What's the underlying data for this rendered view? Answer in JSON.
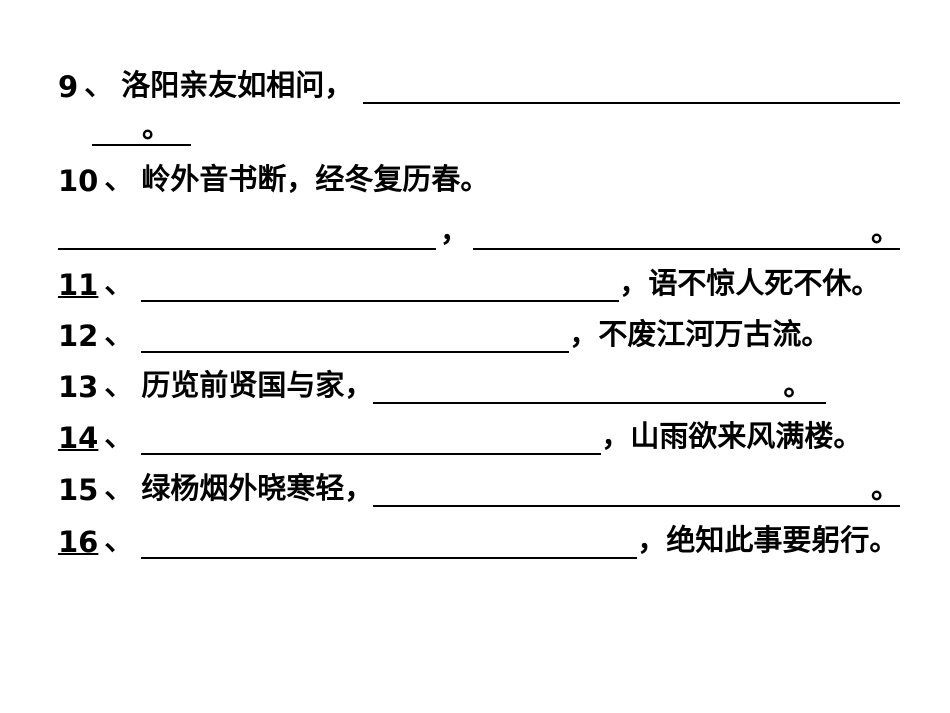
{
  "items": [
    {
      "num": "9",
      "sep": "、",
      "text1": "洛阳亲友如相问，",
      "tail": "。"
    },
    {
      "num": "10",
      "sep": "、",
      "text1": "岭外音书断，经冬复历春。",
      "mid": "，",
      "tail": "。"
    },
    {
      "num": "11",
      "sep": "、",
      "text2": "，语不惊人死不休。"
    },
    {
      "num": "12",
      "sep": "、",
      "text2": "，不废江河万古流。"
    },
    {
      "num": "13",
      "sep": "、",
      "text1": "历览前贤国与家，",
      "tail": "。"
    },
    {
      "num": "14",
      "sep": "、",
      "text2": "，山雨欲来风满楼。"
    },
    {
      "num": "15",
      "sep": "、",
      "text1": "绿杨烟外晓寒轻，",
      "tail": "。"
    },
    {
      "num": "16",
      "sep": "、",
      "text2": "，绝知此事要躬行。"
    }
  ]
}
